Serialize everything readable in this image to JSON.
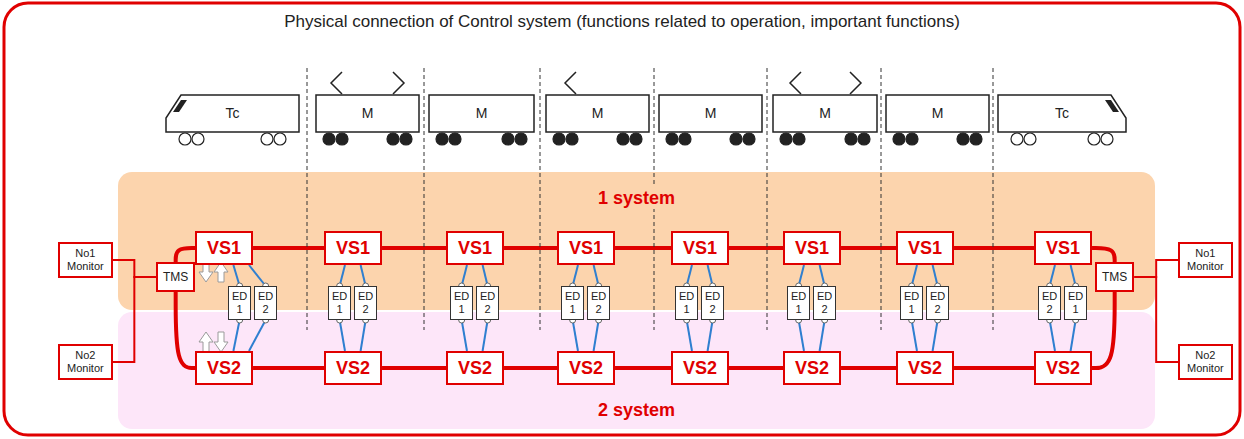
{
  "diagram": {
    "title": "Physical connection of Control system (functions related to operation, important functions)",
    "nodes": [
      {
        "text": [
          "Tc"
        ]
      },
      {
        "text": [
          "M"
        ]
      },
      {
        "text": [
          "M"
        ]
      },
      {
        "text": [
          "M"
        ]
      },
      {
        "text": [
          "M"
        ]
      },
      {
        "text": [
          "M"
        ]
      },
      {
        "text": [
          "M"
        ]
      },
      {
        "text": [
          "Tc"
        ]
      },
      {
        "text": [
          "1 system"
        ]
      },
      {
        "text": [
          "2 system"
        ]
      },
      {
        "text": [
          "No1 Monitor"
        ]
      },
      {
        "text": [
          "TMS"
        ]
      },
      {
        "text": [
          "No2 Monitor"
        ]
      },
      {
        "text": [
          "VS1"
        ],
        "in": 8
      },
      {
        "text": [
          "ED 1"
        ]
      },
      {
        "text": [
          "ED 2"
        ]
      },
      {
        "text": [
          "VS2"
        ],
        "in": 9
      },
      {
        "text": [
          "VS1"
        ],
        "in": 8
      },
      {
        "text": [
          "ED 1"
        ]
      },
      {
        "text": [
          "ED 2"
        ]
      },
      {
        "text": [
          "VS2"
        ],
        "in": 9
      },
      {
        "text": [
          "VS1"
        ],
        "in": 8
      },
      {
        "text": [
          "ED 1"
        ]
      },
      {
        "text": [
          "ED 2"
        ]
      },
      {
        "text": [
          "VS2"
        ],
        "in": 9
      },
      {
        "text": [
          "VS1"
        ],
        "in": 8
      },
      {
        "text": [
          "ED 1"
        ]
      },
      {
        "text": [
          "ED 2"
        ]
      },
      {
        "text": [
          "VS2"
        ],
        "in": 9
      },
      {
        "text": [
          "VS1"
        ],
        "in": 8
      },
      {
        "text": [
          "ED 1"
        ]
      },
      {
        "text": [
          "ED 2"
        ]
      },
      {
        "text": [
          "VS2"
        ],
        "in": 9
      },
      {
        "text": [
          "VS1"
        ],
        "in": 8
      },
      {
        "text": [
          "ED 1"
        ]
      },
      {
        "text": [
          "ED 2"
        ]
      },
      {
        "text": [
          "VS2"
        ],
        "in": 9
      },
      {
        "text": [
          "VS1"
        ],
        "in": 8
      },
      {
        "text": [
          "ED 1"
        ]
      },
      {
        "text": [
          "ED 2"
        ]
      },
      {
        "text": [
          "VS2"
        ],
        "in": 9
      },
      {
        "text": [
          "VS1"
        ],
        "in": 8
      },
      {
        "text": [
          "ED 2"
        ]
      },
      {
        "text": [
          "ED 1"
        ]
      },
      {
        "text": [
          "VS2"
        ],
        "in": 9
      },
      {
        "text": [
          "No1 Monitor"
        ]
      },
      {
        "text": [
          "TMS"
        ]
      },
      {
        "text": [
          "No2 Monitor"
        ]
      }
    ],
    "edges": [
      {
        "from": 10,
        "to": 11,
        "arrow": "none"
      },
      {
        "from": 12,
        "to": 11,
        "arrow": "none"
      },
      {
        "from": 11,
        "to": 13,
        "arrow": "none"
      },
      {
        "from": 11,
        "to": 16,
        "arrow": "none"
      },
      {
        "from": 13,
        "to": 17,
        "arrow": "none"
      },
      {
        "from": 17,
        "to": 21,
        "arrow": "none"
      },
      {
        "from": 21,
        "to": 25,
        "arrow": "none"
      },
      {
        "from": 25,
        "to": 29,
        "arrow": "none"
      },
      {
        "from": 29,
        "to": 33,
        "arrow": "none"
      },
      {
        "from": 33,
        "to": 37,
        "arrow": "none"
      },
      {
        "from": 37,
        "to": 41,
        "arrow": "none"
      },
      {
        "from": 16,
        "to": 20,
        "arrow": "none"
      },
      {
        "from": 20,
        "to": 24,
        "arrow": "none"
      },
      {
        "from": 24,
        "to": 28,
        "arrow": "none"
      },
      {
        "from": 28,
        "to": 32,
        "arrow": "none"
      },
      {
        "from": 32,
        "to": 36,
        "arrow": "none"
      },
      {
        "from": 36,
        "to": 40,
        "arrow": "none"
      },
      {
        "from": 40,
        "to": 44,
        "arrow": "none"
      },
      {
        "from": 41,
        "to": 46,
        "arrow": "none"
      },
      {
        "from": 44,
        "to": 46,
        "arrow": "none"
      },
      {
        "from": 45,
        "to": 46,
        "arrow": "none"
      },
      {
        "from": 47,
        "to": 46,
        "arrow": "none"
      },
      {
        "from": 13,
        "to": 14,
        "arrow": "none"
      },
      {
        "from": 13,
        "to": 15,
        "arrow": "none"
      },
      {
        "from": 14,
        "to": 16,
        "arrow": "none"
      },
      {
        "from": 15,
        "to": 16,
        "arrow": "none"
      },
      {
        "from": 17,
        "to": 18,
        "arrow": "none"
      },
      {
        "from": 17,
        "to": 19,
        "arrow": "none"
      },
      {
        "from": 18,
        "to": 20,
        "arrow": "none"
      },
      {
        "from": 19,
        "to": 20,
        "arrow": "none"
      },
      {
        "from": 21,
        "to": 22,
        "arrow": "none"
      },
      {
        "from": 21,
        "to": 23,
        "arrow": "none"
      },
      {
        "from": 22,
        "to": 24,
        "arrow": "none"
      },
      {
        "from": 23,
        "to": 24,
        "arrow": "none"
      },
      {
        "from": 25,
        "to": 26,
        "arrow": "none"
      },
      {
        "from": 25,
        "to": 27,
        "arrow": "none"
      },
      {
        "from": 26,
        "to": 28,
        "arrow": "none"
      },
      {
        "from": 27,
        "to": 28,
        "arrow": "none"
      },
      {
        "from": 29,
        "to": 30,
        "arrow": "none"
      },
      {
        "from": 29,
        "to": 31,
        "arrow": "none"
      },
      {
        "from": 30,
        "to": 32,
        "arrow": "none"
      },
      {
        "from": 31,
        "to": 32,
        "arrow": "none"
      },
      {
        "from": 33,
        "to": 34,
        "arrow": "none"
      },
      {
        "from": 33,
        "to": 35,
        "arrow": "none"
      },
      {
        "from": 34,
        "to": 36,
        "arrow": "none"
      },
      {
        "from": 35,
        "to": 36,
        "arrow": "none"
      },
      {
        "from": 37,
        "to": 38,
        "arrow": "none"
      },
      {
        "from": 37,
        "to": 39,
        "arrow": "none"
      },
      {
        "from": 38,
        "to": 40,
        "arrow": "none"
      },
      {
        "from": 39,
        "to": 40,
        "arrow": "none"
      },
      {
        "from": 41,
        "to": 42,
        "arrow": "none"
      },
      {
        "from": 41,
        "to": 43,
        "arrow": "none"
      },
      {
        "from": 42,
        "to": 44,
        "arrow": "none"
      },
      {
        "from": 43,
        "to": 44,
        "arrow": "none"
      }
    ]
  }
}
